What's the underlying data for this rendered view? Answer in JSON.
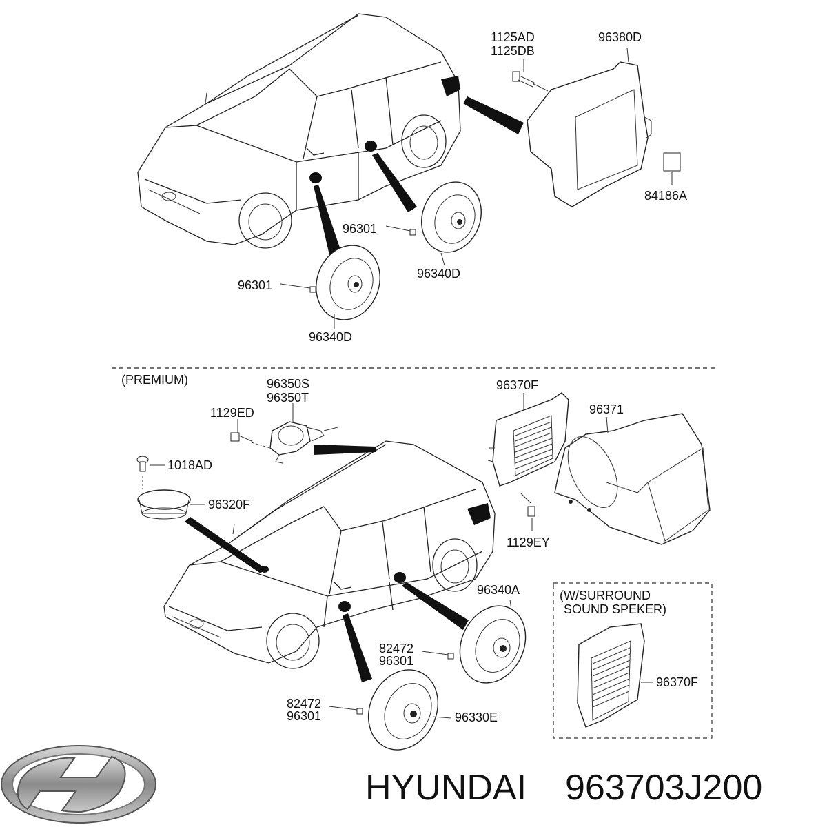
{
  "labels": {
    "l1125ad": "1125AD",
    "l1125db": "1125DB",
    "l96380d": "96380D",
    "l84186a": "84186A",
    "l96301_a": "96301",
    "l96340d_a": "96340D",
    "l96301_b": "96301",
    "l96340d_b": "96340D",
    "premium": "(PREMIUM)",
    "l96350s": "96350S",
    "l96350t": "96350T",
    "l1129ed": "1129ED",
    "l96370f_a": "96370F",
    "l96371": "96371",
    "l1018ad": "1018AD",
    "l96320f": "96320F",
    "l1129ey": "1129EY",
    "l96340a": "96340A",
    "l82472_a": "82472",
    "l96301_c": "96301",
    "l82472_b": "82472",
    "l96301_d": "96301",
    "l96330e": "96330E",
    "surround1": "(W/SURROUND",
    "surround2": "SOUND SPEKER)",
    "l96370f_b": "96370F"
  },
  "brand": {
    "name": "HYUNDAI",
    "part_number": "963703J200",
    "logo_icon": "hyundai-logo-icon"
  }
}
